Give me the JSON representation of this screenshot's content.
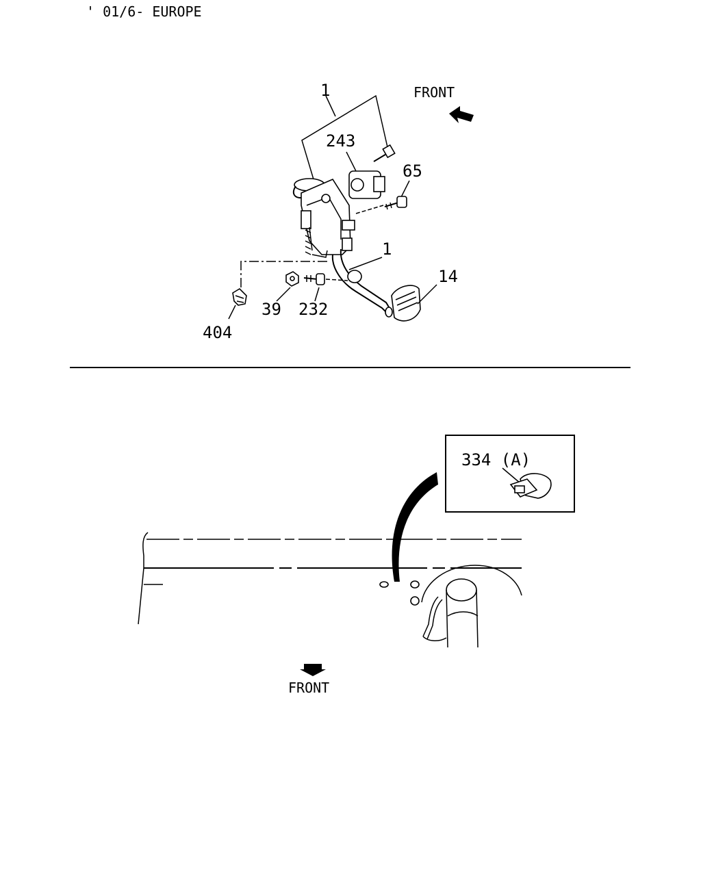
{
  "header": {
    "applicability": "' 01/6- EUROPE"
  },
  "top_view": {
    "front_label": "FRONT",
    "callouts": {
      "assembly_upper": "1",
      "sensor": "243",
      "bolt": "65",
      "lever": "1",
      "pedal_pad": "14",
      "nut": "39",
      "pin_bolt": "232",
      "clip": "404"
    }
  },
  "bottom_view": {
    "front_label": "FRONT",
    "detail_callout": "334 (A)"
  }
}
